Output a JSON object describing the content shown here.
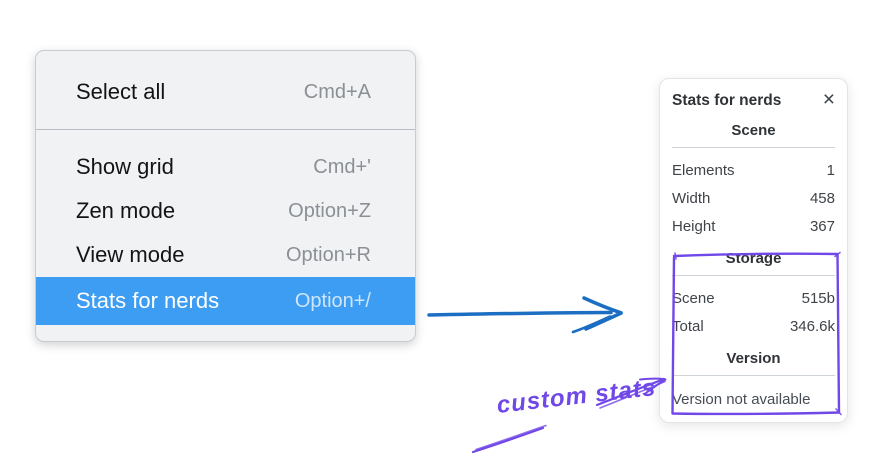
{
  "context_menu": {
    "items": [
      {
        "label": "Select all",
        "shortcut": "Cmd+A"
      },
      {
        "label": "Show grid",
        "shortcut": "Cmd+'"
      },
      {
        "label": "Zen mode",
        "shortcut": "Option+Z"
      },
      {
        "label": "View mode",
        "shortcut": "Option+R"
      },
      {
        "label": "Stats for nerds",
        "shortcut": "Option+/"
      }
    ],
    "highlighted_item": "Stats for nerds"
  },
  "stats_panel": {
    "title": "Stats for nerds",
    "close_icon": "×",
    "sections": [
      {
        "header": "Scene",
        "rows": [
          {
            "label": "Elements",
            "value": "1"
          },
          {
            "label": "Width",
            "value": "458"
          },
          {
            "label": "Height",
            "value": "367"
          }
        ]
      },
      {
        "header": "Storage",
        "rows": [
          {
            "label": "Scene",
            "value": "515b"
          },
          {
            "label": "Total",
            "value": "346.6k"
          }
        ]
      },
      {
        "header": "Version",
        "note": "Version not available"
      }
    ]
  },
  "annotation": {
    "label": "custom stats"
  },
  "colors": {
    "menu_highlight": "#3d9df3",
    "arrow_blue": "#1b6ec2",
    "annotation_purple": "#7048e8"
  }
}
